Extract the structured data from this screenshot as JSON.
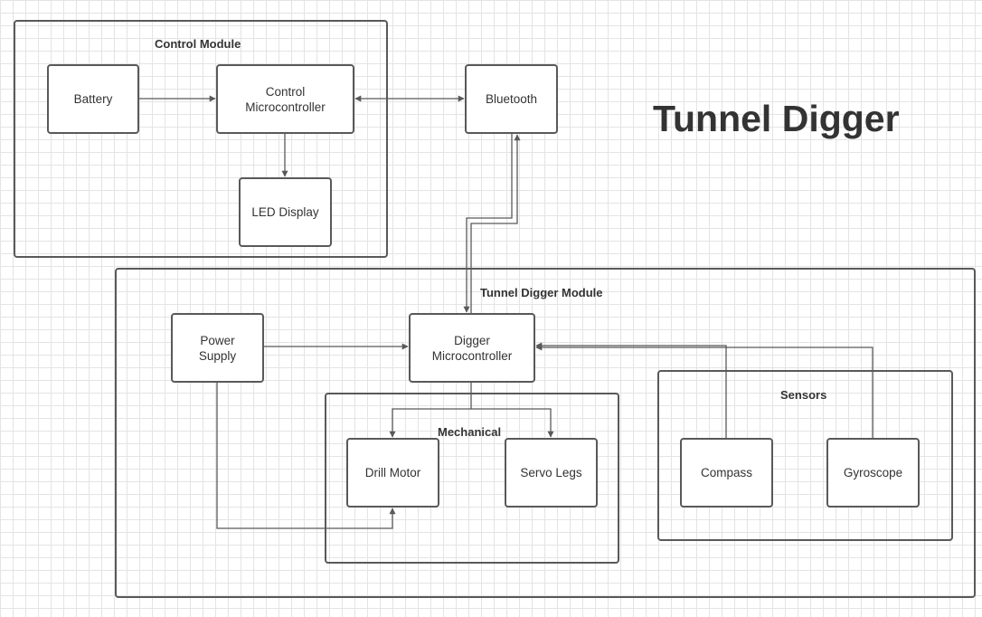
{
  "title": "Tunnel Digger",
  "groups": {
    "control_module": "Control Module",
    "tunnel_digger_module": "Tunnel Digger Module",
    "mechanical": "Mechanical",
    "sensors": "Sensors"
  },
  "blocks": {
    "battery": "Battery",
    "control_mcu": "Control\nMicrocontroller",
    "led_display": "LED Display",
    "bluetooth": "Bluetooth",
    "power_supply": "Power\nSupply",
    "digger_mcu": "Digger\nMicrocontroller",
    "drill_motor": "Drill Motor",
    "servo_legs": "Servo Legs",
    "compass": "Compass",
    "gyroscope": "Gyroscope"
  },
  "colors": {
    "stroke": "#595959",
    "text": "#333333",
    "grid": "#e4e4e4"
  }
}
